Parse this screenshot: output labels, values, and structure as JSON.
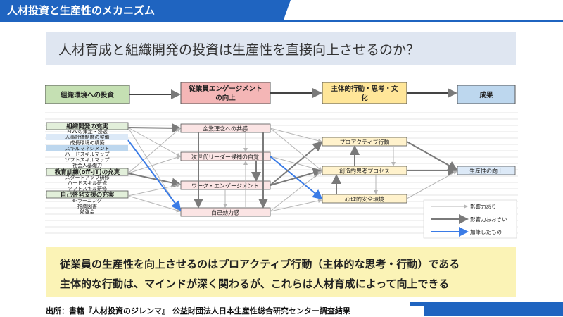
{
  "header": {
    "tab_title": "人材投資と生産性のメカニズム"
  },
  "question": "人材育成と組織開発の投資は生産性を直接向上させるのか？",
  "diagram": {
    "stages": [
      "組織環境への投資",
      [
        "従業員エンゲージメント",
        "の向上"
      ],
      [
        "主体的行動・思考・文",
        "化"
      ],
      "成果"
    ],
    "stage_colors": [
      "#c5e0b3",
      "#f4b6b6",
      "#ffe699",
      "#bdd7ee"
    ],
    "left_items": [
      {
        "text": "組織開発の充実",
        "type": "header"
      },
      {
        "text": "MVVの策定・浸透",
        "type": "sub"
      },
      {
        "text": "人事評価制度の整備",
        "type": "sub-blue"
      },
      {
        "text": "成長環境の構築",
        "type": "sub"
      },
      {
        "text": "スキルマネジメント",
        "type": "highlight"
      },
      {
        "text": "ハードスキルマップ",
        "type": "sub"
      },
      {
        "text": "ソフトスキルマップ",
        "type": "sub"
      },
      {
        "text": "社会人基礎力",
        "type": "sub"
      },
      {
        "text": "教育訓練(off-JT)の充実",
        "type": "header"
      },
      {
        "text": "スタートアップ研修",
        "type": "sub"
      },
      {
        "text": "ハードスキル研修",
        "type": "sub"
      },
      {
        "text": "ソフトスキル研修",
        "type": "sub"
      },
      {
        "text": "自己啓発支援の充実",
        "type": "header"
      },
      {
        "text": "e-ラーニング",
        "type": "sub"
      },
      {
        "text": "推薦図書",
        "type": "sub"
      },
      {
        "text": "勉強会",
        "type": "sub"
      }
    ],
    "engagement_items": [
      "企業理念への共感",
      "次世代リーダー候補の自覚",
      "ワーク・エンゲージメント",
      "自己効力感"
    ],
    "behavior_items": [
      "プロアクティブ行動",
      "創造的思考プロセス",
      "心理的安全環境"
    ],
    "outcome_items": [
      "生産性の向上"
    ],
    "legend": [
      "影響力あり",
      "影響力おおきい",
      "加筆したもの"
    ],
    "colors": {
      "blue_arrow": "#3a7be6",
      "gray_arrow": "#7a7a7a",
      "light_arrow": "#b5b5b5"
    }
  },
  "summary": [
    "従業員の生産性を向上させるのはプロアクティブ行動（主体的な思考・行動）である",
    "主体的な行動は、マインドが深く関わるが、これらは人材育成によって向上できる"
  ],
  "source": "出所：書籍『人材投資のジレンマ』 公益財団法人日本生産性総合研究センター調査結果"
}
